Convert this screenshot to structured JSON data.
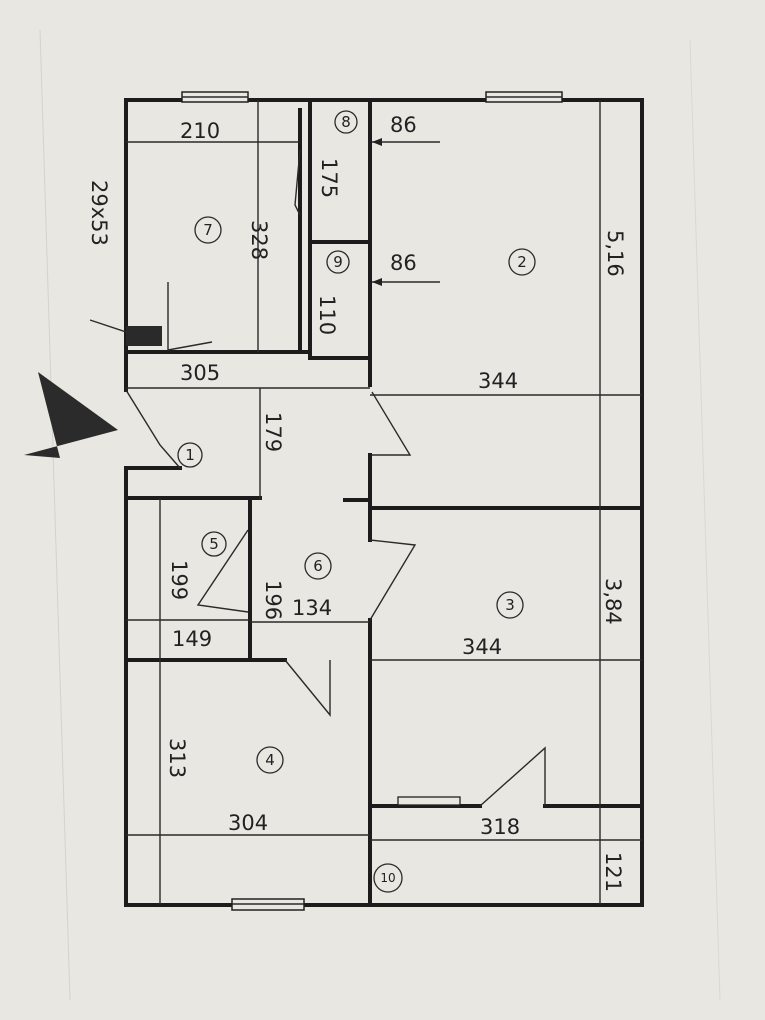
{
  "plan": {
    "note": "29x53",
    "dimensions": {
      "d210": "210",
      "d86_top": "86",
      "d175": "175",
      "d328": "328",
      "d86_mid": "86",
      "d110": "110",
      "d305": "305",
      "d344_top": "344",
      "d516": "5,16",
      "d179": "179",
      "d199": "199",
      "d196": "196",
      "d134": "134",
      "d149": "149",
      "d344_mid": "344",
      "d384": "3,84",
      "d313": "313",
      "d304": "304",
      "d318": "318",
      "d121": "121"
    },
    "rooms": {
      "r1": "1",
      "r2": "2",
      "r3": "3",
      "r4": "4",
      "r5": "5",
      "r6": "6",
      "r7": "7",
      "r8": "8",
      "r9": "9",
      "r10": "10"
    }
  }
}
